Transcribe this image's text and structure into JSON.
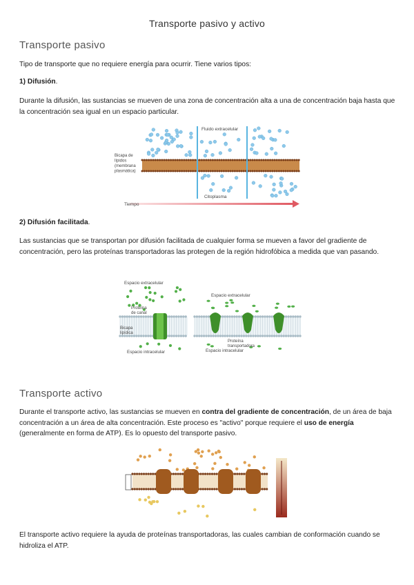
{
  "doc": {
    "title": "Transporte pasivo y activo",
    "passive": {
      "heading": "Transporte pasivo",
      "intro": "Tipo de transporte que no requiere energía para ocurrir. Tiene varios tipos:",
      "diffusion": {
        "label": "1) Difusión",
        "suffix": ".",
        "text": "Durante la difusión, las sustancias se mueven de una zona de concentración alta a una de concentración baja hasta que la concentración sea igual en un espacio particular.",
        "figure": {
          "extracellular": "Fluido extracelular",
          "lipid_bilayer": "Bicapa de lípidos (membrana plasmática)",
          "cytoplasm": "Citoplasma",
          "time": "Tiempo"
        }
      },
      "facilitated": {
        "label": "2) Difusión facilitada",
        "suffix": ".",
        "text": "Las sustancias que se transportan por difusión facilitada de cualquier forma se mueven a favor del gradiente de concentración, pero las proteínas transportadoras las protegen de la región hidrofóbica a medida que van pasando.",
        "figure": {
          "extracellular_left": "Espacio extracelular",
          "channel_protein": "Proteína de canal",
          "lipid_bilayer": "Bicapa lipídica",
          "intracellular_left": "Espacio intracelular",
          "extracellular_right": "Espacio extracelular",
          "carrier_protein": "Proteína transportadora",
          "intracellular_right": "Espacio intracelular"
        }
      }
    },
    "active": {
      "heading": "Transporte activo",
      "p1_a": "Durante el transporte activo, las sustancias se mueven en ",
      "p1_b": "contra del gradiente de concentración",
      "p1_c": ", de un área de baja concentración a un área de alta concentración. Este proceso es \"activo\" porque requiere el ",
      "p1_d": "uso de energía",
      "p1_e": " (generalmente en forma de ATP). Es lo opuesto del transporte pasivo.",
      "p2": "El transporte activo requiere la ayuda de proteínas transportadoras, las cuales cambian de conformación cuando se hidroliza el ATP."
    }
  },
  "colors": {
    "bilayer_tail": "#c98a4a",
    "bilayer_head": "#7a3f1c",
    "molecule": "#8ec9ea",
    "barrier_line": "#58b4e0",
    "time_arrow": "#e05a63",
    "protein_green": "#3e8f2a",
    "particle_green": "#53b04a",
    "head_grey": "#a9bcc6",
    "active_protein": "#a05a1f",
    "active_particle": "#e0a050",
    "gradient_top": "#f4e7c8",
    "gradient_bottom": "#9a2a1e"
  }
}
